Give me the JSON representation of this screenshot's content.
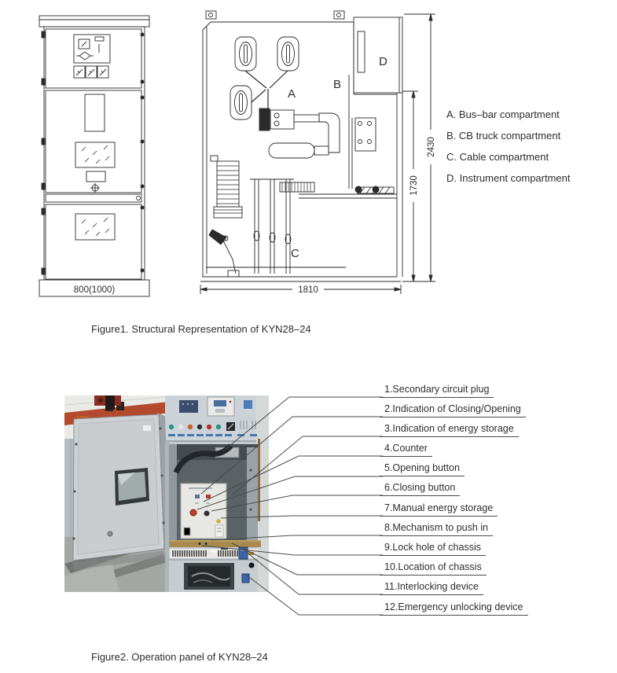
{
  "figure1": {
    "caption": "Figure1. Structural Representation of KYN28–24",
    "front_view": {
      "width_dim": "800(1000)"
    },
    "side_view": {
      "compartment_a": "A",
      "compartment_b": "B",
      "compartment_c": "C",
      "compartment_d": "D",
      "dim_total_height": "2430",
      "dim_cb_height": "1730",
      "dim_depth": "1810"
    },
    "legend": [
      {
        "text": "A. Bus–bar compartment"
      },
      {
        "text": "B. CB truck compartment"
      },
      {
        "text": "C. Cable compartment"
      },
      {
        "text": "D. Instrument compartment"
      }
    ]
  },
  "figure2": {
    "caption": "Figure2. Operation panel of KYN28–24",
    "callouts": [
      {
        "text": "1.Secondary circuit plug"
      },
      {
        "text": "2.Indication of Closing/Opening"
      },
      {
        "text": "3.Indication of energy storage"
      },
      {
        "text": "4.Counter"
      },
      {
        "text": "5.Opening button"
      },
      {
        "text": "6.Closing button"
      },
      {
        "text": "7.Manual energy storage"
      },
      {
        "text": "8.Mechanism to push in"
      },
      {
        "text": "9.Lock hole of chassis"
      },
      {
        "text": "10.Location of chassis"
      },
      {
        "text": "11.Interlocking device"
      },
      {
        "text": "12.Emergency unlocking device"
      }
    ]
  },
  "colors": {
    "line_art": "#2a2a2a",
    "leader_line": "#4a4a4a",
    "photo_beam_red": "#b34a2e",
    "gold_bar": "#a8894e",
    "device_blue": "#3b64aa",
    "indicator_teal": "#2a8f84",
    "indicator_orange": "#c2622a",
    "indicator_red": "#b03228"
  }
}
